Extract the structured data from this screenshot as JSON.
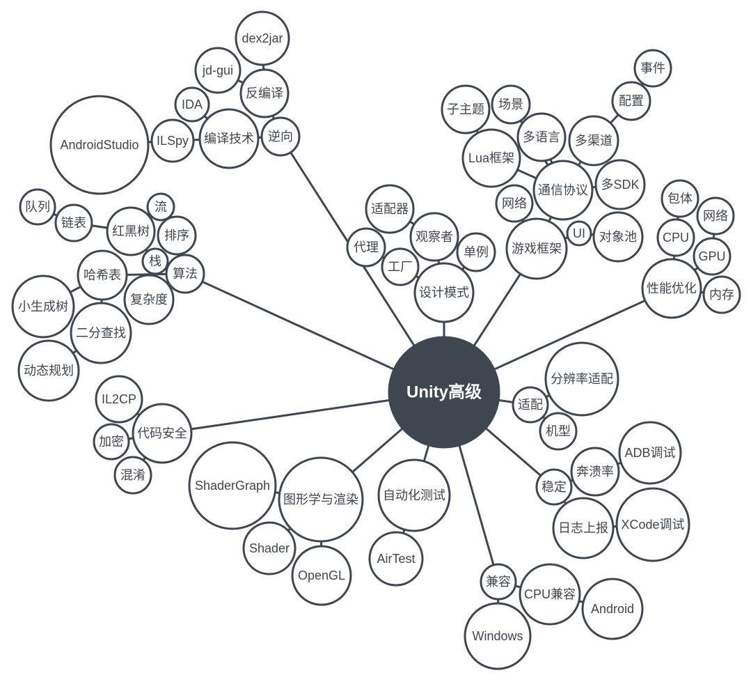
{
  "colors": {
    "stroke": "#3e4650",
    "root_fill": "#3e4650",
    "root_text": "#ffffff",
    "node_fill": "#ffffff"
  },
  "root": {
    "label": "Unity高级"
  },
  "nodes": {
    "nixiang": "逆向",
    "bianyijishu": "编译技术",
    "ilspy": "ILSpy",
    "androidstudio": "AndroidStudio",
    "ida": "IDA",
    "jdgui": "jd-gui",
    "fanbianyi": "反编译",
    "dex2jar": "dex2jar",
    "suanfa": "算法",
    "haxibiao": "哈希表",
    "zhan": "栈",
    "paixu": "排序",
    "liu": "流",
    "hongheishu": "红黑树",
    "lianbiao": "链表",
    "duilie": "队列",
    "fuzadu": "复杂度",
    "xiaoshengchengshu": "小生成树",
    "erfenchazhao": "二分查找",
    "dongtaiguihua": "动态规划",
    "shejimoshi": "设计模式",
    "gongchang": "工厂",
    "daili": "代理",
    "guanchazhe": "观察者",
    "shipeiqi": "适配器",
    "danli": "单例",
    "youxikuangjia": "游戏框架",
    "wangluo": "网络",
    "tongxinxieyi": "通信协议",
    "ui": "UI",
    "duixiangchi": "对象池",
    "duosdk": "多SDK",
    "luakuangjia": "Lua框架",
    "zizhuti": "子主题",
    "changjing": "场景",
    "duoyuyan": "多语言",
    "duoqudao": "多渠道",
    "peizhi": "配置",
    "shijian": "事件",
    "xingnengyouhua": "性能优化",
    "cpu": "CPU",
    "baoti": "包体",
    "wangluo2": "网络",
    "gpu": "GPU",
    "neicun": "内存",
    "shipei": "适配",
    "fenbianlv": "分辨率适配",
    "jixing": "机型",
    "wending": "稳定",
    "benkuilv": "奔溃率",
    "adbtiaoshi": "ADB调试",
    "rizhishangbao": "日志上报",
    "xcodetiaoshi": "XCode调试",
    "jianrong": "兼容",
    "cpujianrong": "CPU兼容",
    "android": "Android",
    "windows": "Windows",
    "zidonghuaceshi": "自动化测试",
    "airtest": "AirTest",
    "tuxingxue": "图形学与渲染",
    "shadergraph": "ShaderGraph",
    "shader": "Shader",
    "opengl": "OpenGL",
    "daimaanquan": "代码安全",
    "il2cp": "IL2CP",
    "jiami": "加密",
    "hunxiao": "混淆"
  }
}
